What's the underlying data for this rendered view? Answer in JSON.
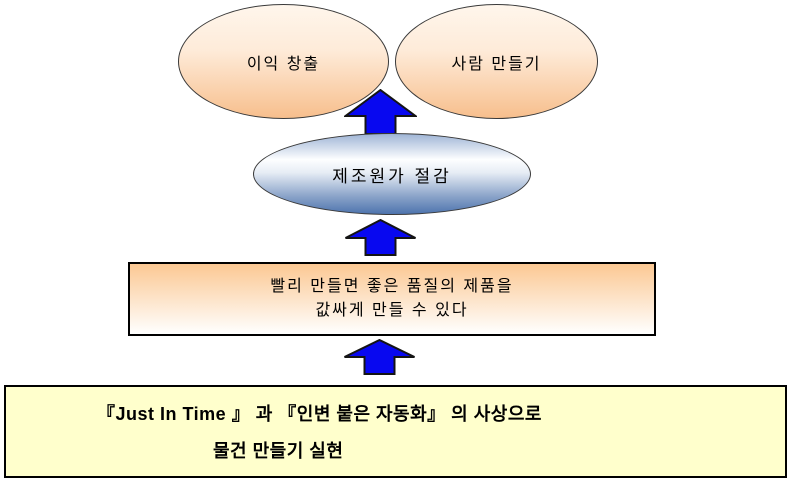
{
  "colors": {
    "peach_gradient_top": "#FFF6EC",
    "peach_gradient_bottom": "#F7BF8D",
    "blue_ellipse_top": "#9FB5D6",
    "blue_ellipse_light": "#FDFEFF",
    "blue_ellipse_bottom": "#4E74AE",
    "arrow_fill": "#0808F0",
    "arrow_outline": "#141414",
    "benefit_box_top": "#FBC893",
    "benefit_box_bottom": "#FFFFFF",
    "foundation_box_bg": "#FFFFCC",
    "border": "#000000"
  },
  "diagram": {
    "goal_ellipses": [
      {
        "label": "이익 창출"
      },
      {
        "label": "사람 만들기"
      }
    ],
    "cost_ellipse": {
      "label": "제조원가 절감"
    },
    "benefit_box": {
      "line1": "빨리 만들면 좋은 품질의 제품을",
      "line2": "값싸게 만들 수 있다"
    },
    "foundation_box": {
      "line1": "『Just In Time 』 과 『인변 붙은 자동화』 의 사상으로",
      "line2": "물건 만들기 실현"
    }
  }
}
